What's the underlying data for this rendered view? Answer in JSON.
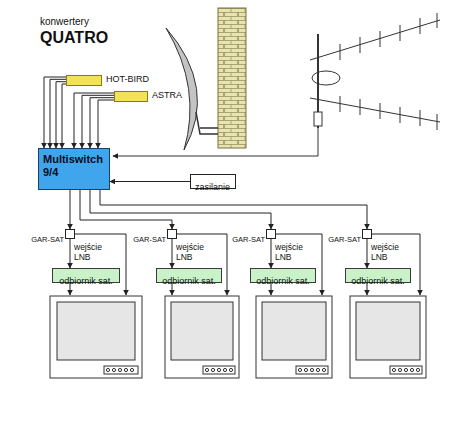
{
  "diagram": {
    "nodes": [
      {
        "text": [
          "HOT-BIRD"
        ]
      },
      {
        "text": [
          "ASTRA"
        ]
      },
      {
        "text": [
          "Multiswitch 9/4"
        ]
      },
      {
        "text": [
          "zasilanie"
        ]
      },
      {
        "text": [
          "GAR-SAT"
        ]
      },
      {
        "text": [
          "odbiornik sat."
        ]
      },
      {
        "text": [
          "GAR-SAT"
        ]
      },
      {
        "text": [
          "odbiornik sat."
        ]
      },
      {
        "text": [
          "GAR-SAT"
        ]
      },
      {
        "text": [
          "odbiornik sat."
        ]
      },
      {
        "text": [
          "GAR-SAT"
        ]
      },
      {
        "text": [
          "odbiornik sat."
        ]
      }
    ],
    "edges": [
      {
        "from": 0,
        "to": 2,
        "arrow": "to"
      },
      {
        "from": 0,
        "to": 2,
        "arrow": "to"
      },
      {
        "from": 0,
        "to": 2,
        "arrow": "to"
      },
      {
        "from": 0,
        "to": 2,
        "arrow": "to"
      },
      {
        "from": 1,
        "to": 2,
        "arrow": "to"
      },
      {
        "from": 1,
        "to": 2,
        "arrow": "to"
      },
      {
        "from": 1,
        "to": 2,
        "arrow": "to"
      },
      {
        "from": 1,
        "to": 2,
        "arrow": "to"
      },
      {
        "from": 3,
        "to": 2,
        "arrow": "to"
      },
      {
        "from": 2,
        "to": 4,
        "arrow": "to"
      },
      {
        "from": 2,
        "to": 6,
        "arrow": "to"
      },
      {
        "from": 2,
        "to": 8,
        "arrow": "to"
      },
      {
        "from": 2,
        "to": 10,
        "arrow": "to"
      },
      {
        "from": 4,
        "to": 5,
        "label": "wejście LNB",
        "arrow": "to"
      },
      {
        "from": 6,
        "to": 7,
        "label": "wejście LNB",
        "arrow": "to"
      },
      {
        "from": 8,
        "to": 9,
        "label": "wejście LNB",
        "arrow": "to"
      },
      {
        "from": 10,
        "to": 11,
        "label": "wejście LNB",
        "arrow": "to"
      }
    ],
    "labels": [
      "konwertery",
      "QUATRO"
    ]
  }
}
